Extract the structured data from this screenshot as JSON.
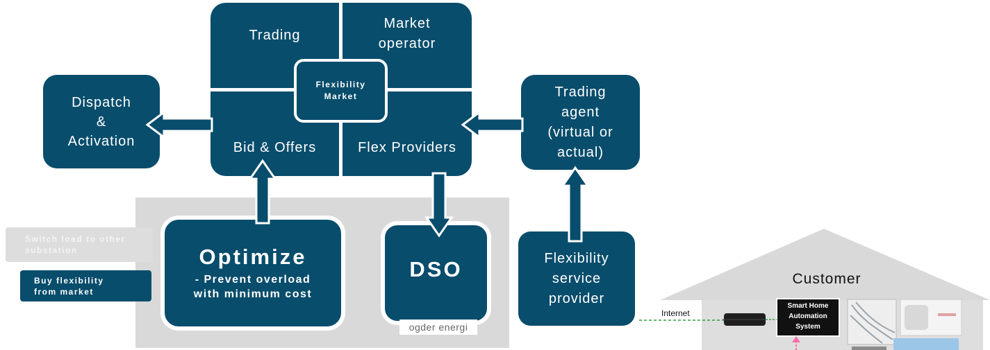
{
  "market": {
    "trading": "Trading",
    "market_operator": "Market\noperator",
    "bid_offers": "Bid & Offers",
    "flex_providers": "Flex Providers",
    "center": "Flexibility\nMarket"
  },
  "dispatch": "Dispatch\n&\nActivation",
  "trading_agent": "Trading\nagent\n(virtual or\nactual)",
  "fsp": "Flexibility\nservice\nprovider",
  "optimize": {
    "title": "Optimize",
    "sub": "- Prevent overload\nwith minimum cost"
  },
  "dso": {
    "title": "DSO",
    "logo": "ogder energi"
  },
  "options": {
    "switch_load": "Switch load to other\nsubstation",
    "buy_flex": "Buy flexibility\nfrom market"
  },
  "customer": {
    "label": "Customer",
    "internet": "Internet",
    "smart_home": "Smart Home\nAutomation\nSystem"
  },
  "colors": {
    "navy": "#084d6c",
    "panel_gray": "#d9d9d9",
    "link_green": "#2e9e3e",
    "pink_arrow": "#ff6fae"
  }
}
